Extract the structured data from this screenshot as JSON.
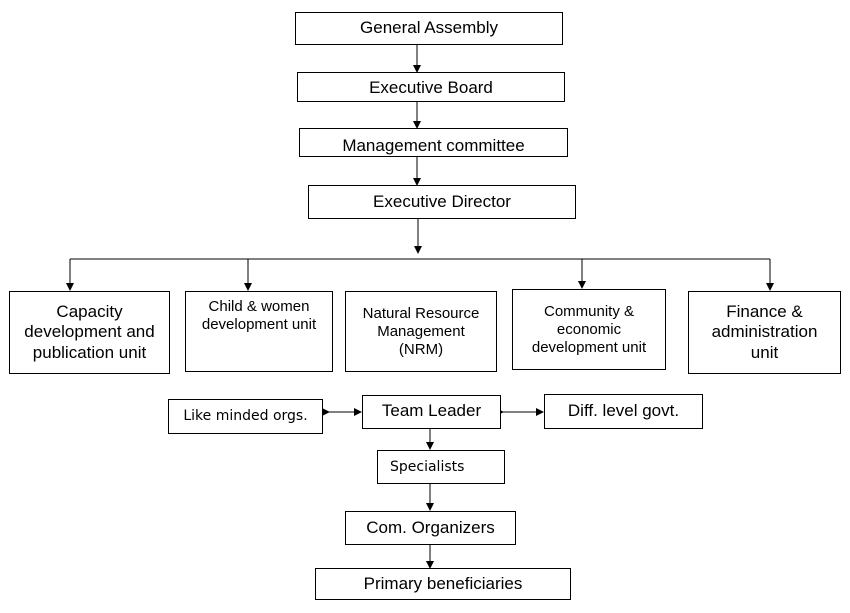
{
  "diagram": {
    "general_assembly": "General Assembly",
    "executive_board": "Executive Board",
    "management_committee": "Management committee",
    "executive_director": "Executive Director",
    "units": {
      "capacity": "Capacity\ndevelopment and\npublication unit",
      "child_women": "Child & women\ndevelopment unit",
      "nrm": "Natural Resource\nManagement\n(NRM)",
      "community": "Community &\neconomic\ndevelopment unit",
      "finance": "Finance &\nadministration\nunit"
    },
    "like_minded": "Like minded orgs.",
    "team_leader": "Team Leader",
    "govt": "Diff. level govt.",
    "specialists": "Specialists",
    "com_organizers": "Com. Organizers",
    "primary_beneficiaries": "Primary beneficiaries"
  }
}
